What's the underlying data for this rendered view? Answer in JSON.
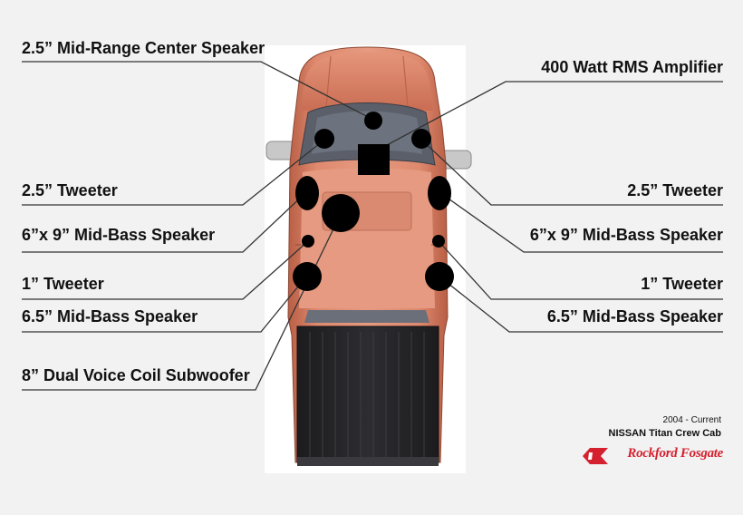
{
  "labels": {
    "mid_range_center": "2.5” Mid-Range Center Speaker",
    "amplifier": "400 Watt RMS Amplifier",
    "tweeter_left": "2.5” Tweeter",
    "tweeter_right": "2.5” Tweeter",
    "mid_bass_6x9_left": "6”x 9” Mid-Bass Speaker",
    "mid_bass_6x9_right": "6”x 9” Mid-Bass Speaker",
    "tweeter_1_left": "1” Tweeter",
    "tweeter_1_right": "1” Tweeter",
    "mid_bass_65_left": "6.5” Mid-Bass Speaker",
    "mid_bass_65_right": "6.5” Mid-Bass Speaker",
    "subwoofer": "8” Dual Voice Coil Subwoofer"
  },
  "vehicle": {
    "years": "2004 - Current",
    "model": "NISSAN Titan Crew Cab"
  },
  "brand": {
    "name": "Rockford Fosgate"
  },
  "colors": {
    "truck_body": "#d77a5f",
    "truck_roof": "#e0937a",
    "bed": "#26262a",
    "marker": "#000000",
    "leader_line": "#333333",
    "brand": "#d4202f"
  }
}
